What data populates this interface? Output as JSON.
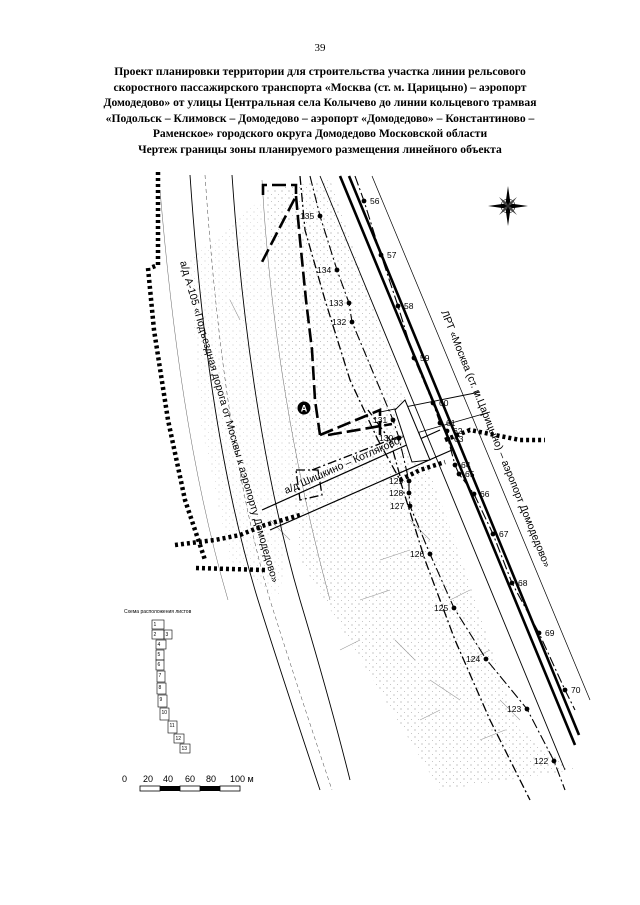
{
  "page_number": "39",
  "title_lines": [
    "Проект планировки территории для строительства участка линии рельсового",
    "скоростного пассажирского транспорта «Москва (ст. м. Царицыно) – аэропорт",
    "Домодедово» от улицы Центральная села Колычево до линии кольцевого трамвая",
    "«Подольск – Климовск – Домодедово – аэропорт «Домодедово» – Константиново –",
    "Раменское» городского округа Домодедово Московской области",
    "Чертеж границы зоны планируемого размещения линейного объекта"
  ],
  "road_labels": {
    "a105": "а/д А-105 «Подъездная дорога от Москвы к аэропорту Домодедово»",
    "lrt": "ЛРТ «Москва (ст. м.Царицыно) – аэропорт Домодедово»",
    "shishkino": "а/д Шишкино – Котляково"
  },
  "marker_label": "А",
  "line_right_points": [
    "56",
    "57",
    "58",
    "59",
    "60",
    "61",
    "62",
    "63",
    "64",
    "65",
    "66",
    "67",
    "68",
    "69",
    "70"
  ],
  "line_left_points": [
    "135",
    "134",
    "133",
    "132",
    "131",
    "130",
    "129",
    "128",
    "127",
    "126",
    "125",
    "124",
    "123",
    "122"
  ],
  "inset": {
    "title": "Схема расположения листов",
    "sheets": [
      "1",
      "2",
      "3",
      "4",
      "5",
      "6",
      "7",
      "8",
      "9",
      "10",
      "11",
      "12",
      "13"
    ]
  },
  "scale_bar": {
    "ticks": [
      "0",
      "20",
      "40",
      "60",
      "80",
      "100 м"
    ]
  }
}
